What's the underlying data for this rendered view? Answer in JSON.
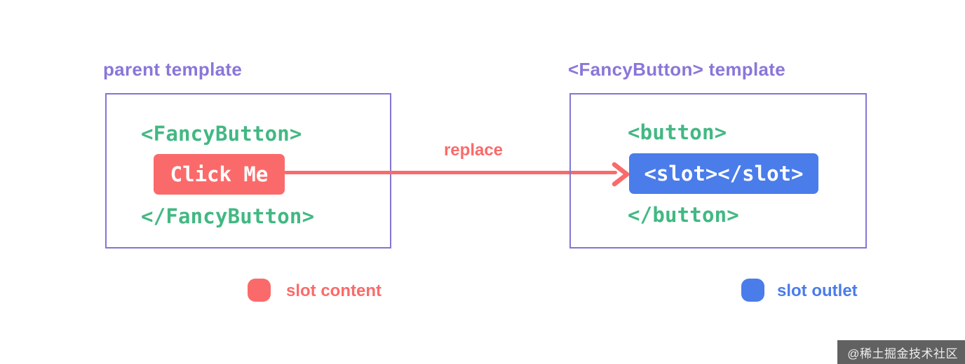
{
  "colors": {
    "purple_text": "#8a76d9",
    "box_border": "#8276d4",
    "code_green": "#42b883",
    "coral": "#fb6a6a",
    "blue": "#4a7cea",
    "code_white": "#ffffff",
    "watermark_text": "#ededed"
  },
  "left_panel": {
    "title": "parent template",
    "open_tag": "<FancyButton>",
    "button_label": "Click Me",
    "close_tag": "</FancyButton>"
  },
  "arrow": {
    "label": "replace"
  },
  "right_panel": {
    "title": "<FancyButton> template",
    "open_tag": "<button>",
    "slot_tag": "<slot></slot>",
    "close_tag": "</button>"
  },
  "legend": {
    "content_label": "slot content",
    "outlet_label": "slot outlet"
  },
  "watermark": {
    "text": "@稀土掘金技术社区"
  }
}
